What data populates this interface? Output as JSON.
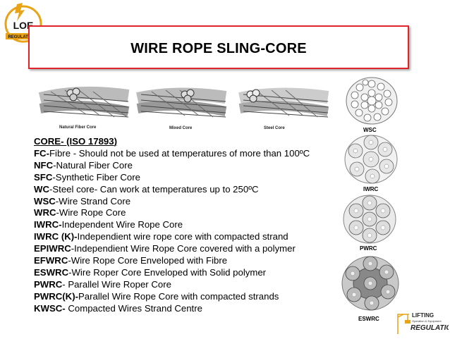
{
  "logo": {
    "text": "LOE",
    "subtext": "REGULATIONS",
    "color": "#e8a317"
  },
  "title": "WIRE ROPE SLING-CORE",
  "rope_images": [
    {
      "caption": "Natural Fiber Core"
    },
    {
      "caption": "Mixed Core"
    },
    {
      "caption": "Steel Core"
    }
  ],
  "cross_sections": [
    {
      "label": "WSC"
    },
    {
      "label": "IWRC"
    },
    {
      "label": "PWRC"
    },
    {
      "label": "ESWRC"
    }
  ],
  "core": {
    "heading_prefix": "CORE- ",
    "heading_link": "(ISO 17893",
    "heading_suffix": ")",
    "items": [
      {
        "abbr": "FC-",
        "desc": "Fibre  - Should not be used at temperatures of more than 100ºC"
      },
      {
        "abbr": "NFC",
        "desc": "-Natural Fiber Core"
      },
      {
        "abbr": "SFC",
        "desc": "-Synthetic Fiber Core"
      },
      {
        "abbr": "WC",
        "desc": "-Steel core- Can work at temperatures up to 250ºC"
      },
      {
        "abbr": "WSC",
        "desc": "-Wire Strand Core"
      },
      {
        "abbr": "WRC",
        "desc": "-Wire Rope Core"
      },
      {
        "abbr": "IWRC-",
        "desc": "Independent Wire Rope Core"
      },
      {
        "abbr": "IWRC (K)-",
        "desc": "Independient wire rope core with compacted strand"
      },
      {
        "abbr": "EPIWRC",
        "desc": "-Independient Wire Rope Core covered with a polymer"
      },
      {
        "abbr": "EFWRC",
        "desc": "-Wire Rope Core Enveloped with Fibre"
      },
      {
        "abbr": "ESWRC",
        "desc": "-Wire Roper Core Enveloped with  Solid polymer"
      },
      {
        "abbr": "PWRC",
        "desc": "- Parallel Wire Roper Core"
      },
      {
        "abbr": "PWRC(K)-",
        "desc": "Parallel Wire Rope Core with compacted strands"
      },
      {
        "abbr": "KWSC-",
        "desc": " Compacted Wires Strand Centre"
      }
    ]
  },
  "brand": {
    "line1": "LIFTING",
    "line2": "Operation & Equipment",
    "line3": "REGULATIONS",
    "accent": "#e8a317"
  }
}
